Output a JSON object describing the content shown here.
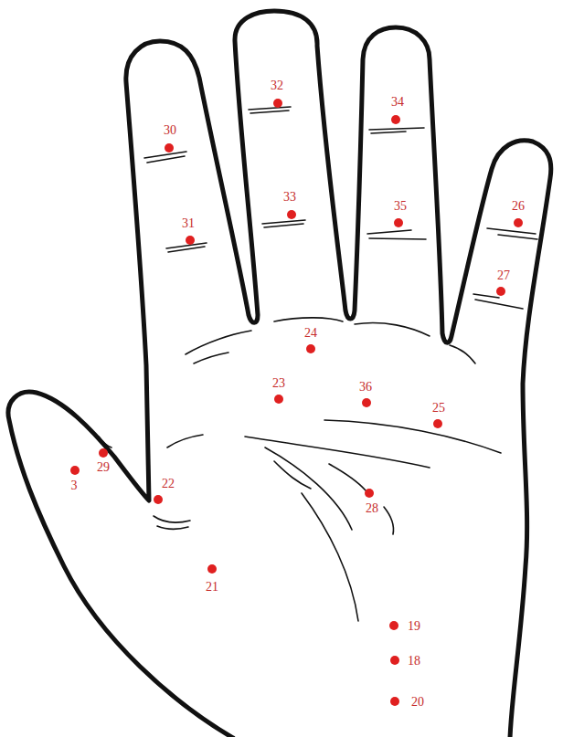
{
  "diagram": {
    "labels": [
      "32",
      "34",
      "30",
      "26",
      "33",
      "35",
      "31",
      "27",
      "24",
      "23",
      "36",
      "25",
      "29",
      "3",
      "22",
      "28",
      "21",
      "19",
      "18",
      "20"
    ]
  }
}
